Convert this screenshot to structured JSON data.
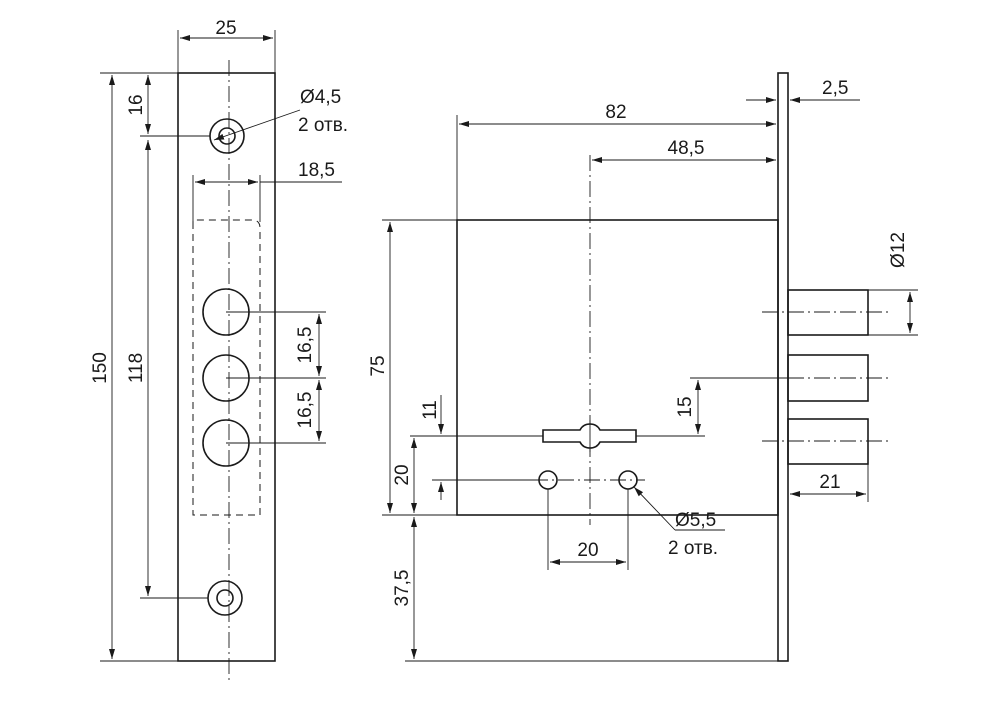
{
  "colors": {
    "line": "#1a1a1a",
    "background": "#ffffff"
  },
  "front_view": {
    "width": "25",
    "top_hole_offset": "16",
    "total_height": "150",
    "hole_spacing": "118",
    "mount_hole_diameter": "Ø4,5",
    "mount_hole_count": "2 отв.",
    "pocket_width": "18,5",
    "bolt_spacing_1": "16,5",
    "bolt_spacing_2": "16,5"
  },
  "side_view": {
    "plate_thickness": "2,5",
    "body_depth": "82",
    "backset": "48,5",
    "bolt_diameter": "Ø12",
    "body_height": "75",
    "bolt_pitch": "15",
    "bolt_projection": "21",
    "key_offset": "11",
    "screw_hole_height": "20",
    "screw_hole_spacing": "20",
    "bottom_offset": "37,5",
    "screw_hole_diameter": "Ø5,5",
    "screw_hole_count": "2 отв."
  }
}
